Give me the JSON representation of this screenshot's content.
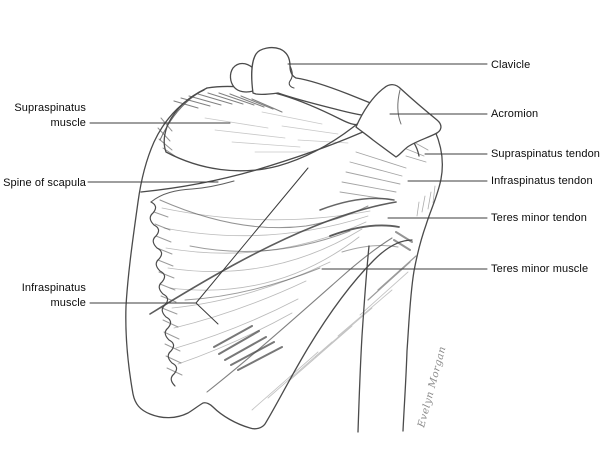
{
  "figure": {
    "signature": "Evelyn Morgan"
  },
  "labels": {
    "left": [
      {
        "id": "supraspinatus-muscle",
        "text": "Supraspinatus muscle"
      },
      {
        "id": "spine-of-scapula",
        "text": "Spine of scapula"
      },
      {
        "id": "infraspinatus-muscle",
        "text": "Infraspinatus muscle"
      }
    ],
    "right": [
      {
        "id": "clavicle",
        "text": "Clavicle"
      },
      {
        "id": "acromion",
        "text": "Acromion"
      },
      {
        "id": "supraspinatus-tendon",
        "text": "Supraspinatus tendon"
      },
      {
        "id": "infraspinatus-tendon",
        "text": "Infraspinatus tendon"
      },
      {
        "id": "teres-minor-tendon",
        "text": "Teres minor tendon"
      },
      {
        "id": "teres-minor-muscle",
        "text": "Teres minor muscle"
      }
    ]
  },
  "colors": {
    "background": "#ffffff",
    "ink": "#4b4b4b",
    "label_text": "#0b0b0b",
    "leader_line": "#3c3c3c"
  }
}
